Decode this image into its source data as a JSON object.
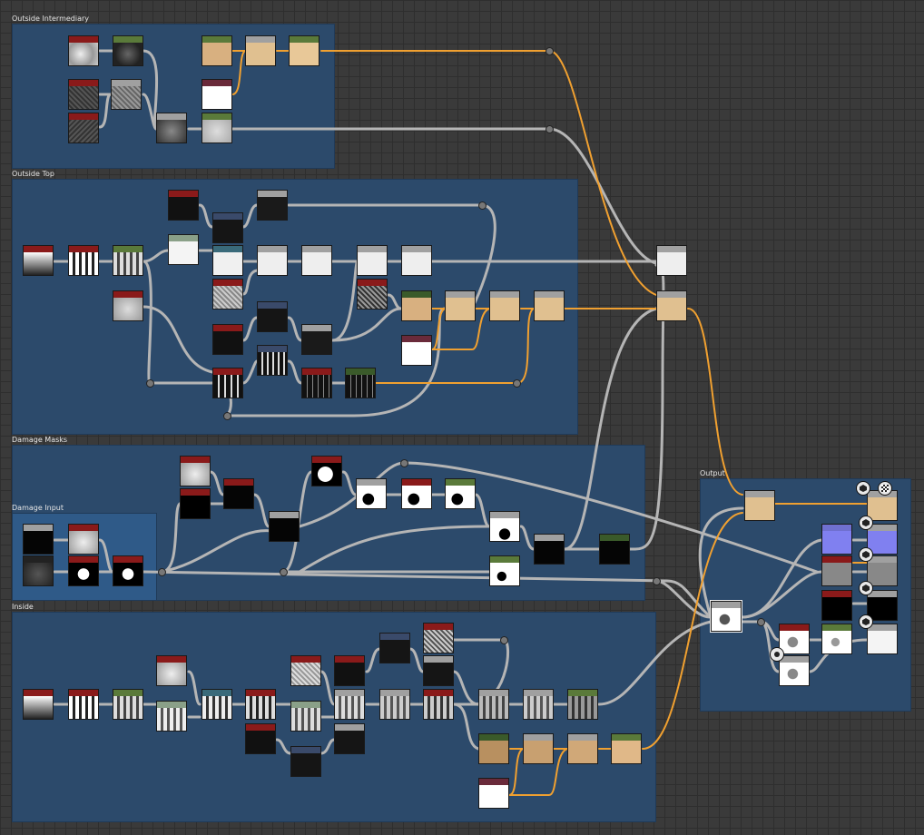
{
  "frames": [
    {
      "id": "outside-intermediary",
      "title": "Outside Intermediary"
    },
    {
      "id": "outside-top",
      "title": "Outside Top"
    },
    {
      "id": "damage-masks",
      "title": "Damage Masks"
    },
    {
      "id": "damage-input",
      "title": "Damage Input"
    },
    {
      "id": "inside",
      "title": "Inside"
    },
    {
      "id": "output",
      "title": "Output"
    }
  ],
  "colors": {
    "background": "#3a3a3a",
    "frame_fill": "#2c4a6b",
    "wire_gray": "#b0b0b0",
    "wire_orange": "#f0a030",
    "header_red": "#8a1a1a",
    "header_green": "#5a7a3a",
    "header_gray": "#a0a0a0",
    "header_teal": "#3a6a7a",
    "header_dark_red": "#6a2a3a",
    "header_blue_gray": "#3a4a6a"
  },
  "node_types": {
    "noise": "grayscale-noise-thumbnail",
    "blur": "blurred-cloud-thumbnail",
    "stripes": "vertical-stripes-thumbnail",
    "gradient": "vertical-gradient-thumbnail",
    "sand": "sand-color-thumbnail",
    "white": "white-thumbnail",
    "dark": "dark-speckle-thumbnail",
    "mask": "black-white-mask-thumbnail",
    "normal": "normal-map-thumbnail"
  },
  "output_icons": [
    "output-node-icon",
    "checker-icon",
    "eye-icon"
  ]
}
